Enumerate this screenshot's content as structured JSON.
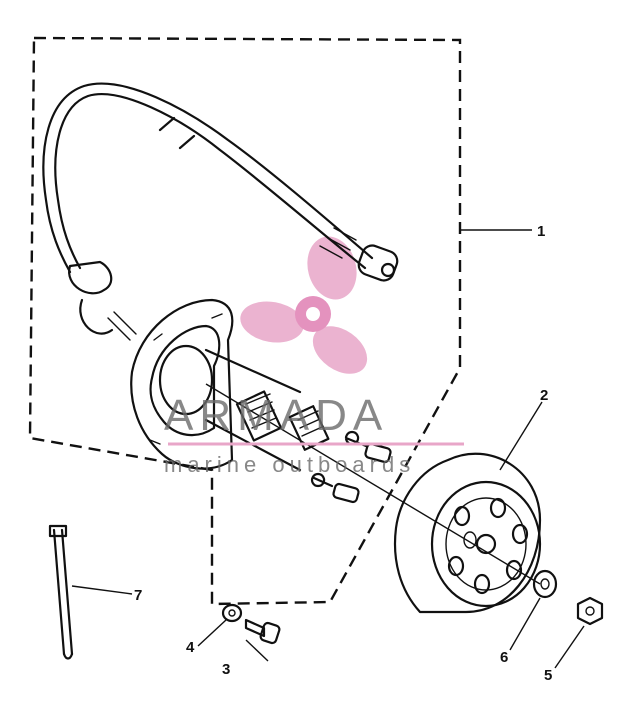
{
  "watermark": {
    "brand": "ARMADA",
    "tagline": "marine outboards",
    "color_brand": "#6b6b6b",
    "color_logo": "#e8a6c8",
    "icon": "propeller-logo"
  },
  "callouts": [
    {
      "id": "1",
      "label": "1",
      "part": "stator-coil-assembly"
    },
    {
      "id": "2",
      "label": "2",
      "part": "flywheel-rotor"
    },
    {
      "id": "3",
      "label": "3",
      "part": "bolt"
    },
    {
      "id": "4",
      "label": "4",
      "part": "washer"
    },
    {
      "id": "5",
      "label": "5",
      "part": "nut"
    },
    {
      "id": "6",
      "label": "6",
      "part": "washer"
    },
    {
      "id": "7",
      "label": "7",
      "part": "cable-tie"
    }
  ]
}
